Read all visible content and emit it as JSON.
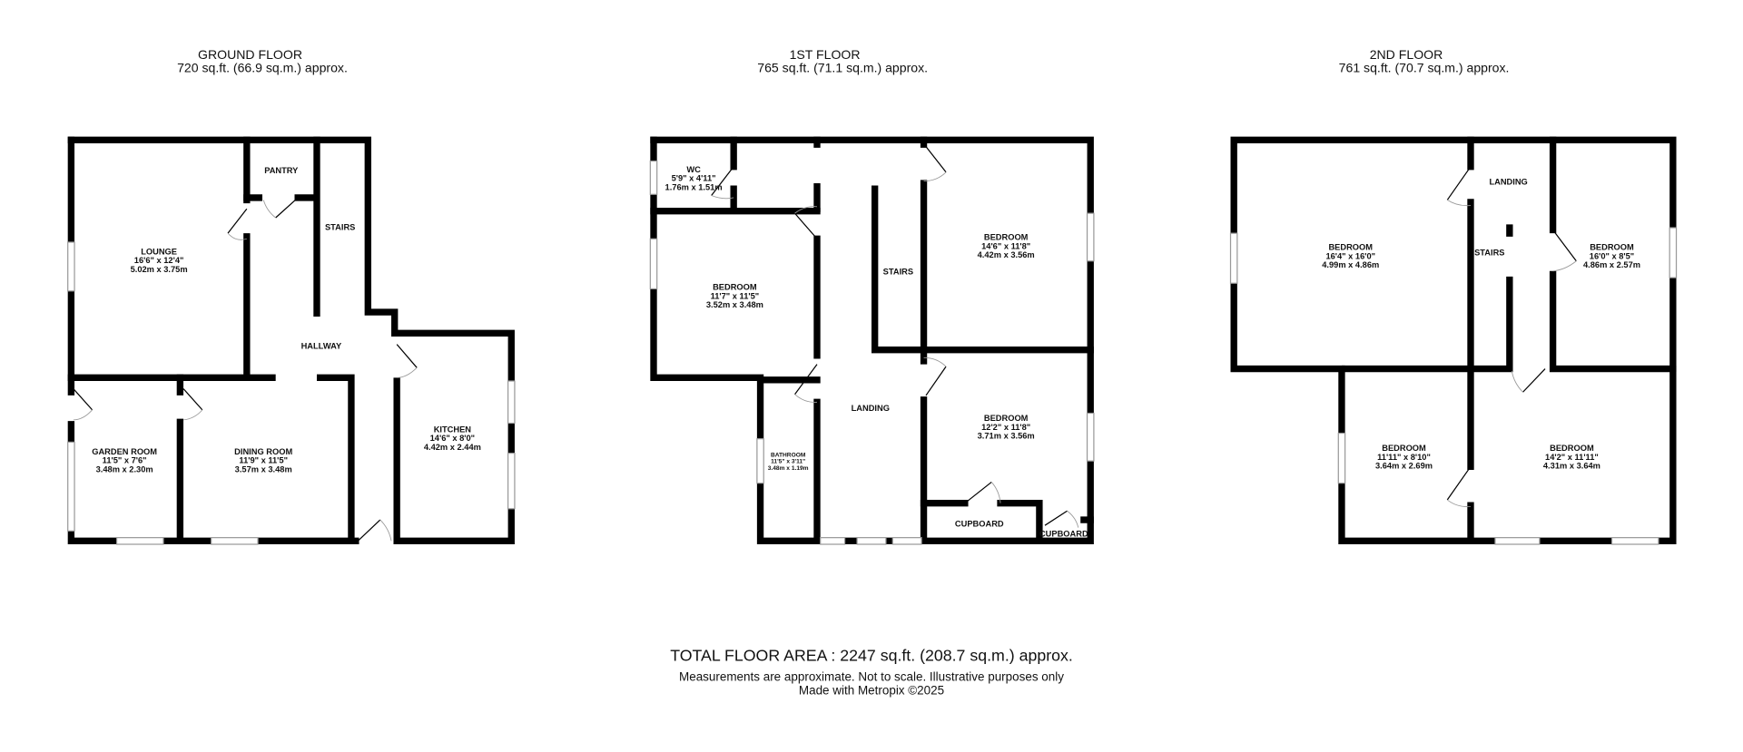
{
  "floors": [
    {
      "title": "GROUND FLOOR",
      "area": "720 sq.ft. (66.9 sq.m.) approx.",
      "rooms": [
        {
          "name": "LOUNGE",
          "imperial": "16'6\"  x 12'4\"",
          "metric": "5.02m  x 3.75m"
        },
        {
          "name": "PANTRY"
        },
        {
          "name": "STAIRS"
        },
        {
          "name": "HALLWAY"
        },
        {
          "name": "GARDEN ROOM",
          "imperial": "11'5\"  x 7'6\"",
          "metric": "3.48m  x 2.30m"
        },
        {
          "name": "DINING ROOM",
          "imperial": "11'9\"  x 11'5\"",
          "metric": "3.57m  x 3.48m"
        },
        {
          "name": "KITCHEN",
          "imperial": "14'6\"  x 8'0\"",
          "metric": "4.42m  x 2.44m"
        }
      ]
    },
    {
      "title": "1ST FLOOR",
      "area": "765 sq.ft. (71.1 sq.m.) approx.",
      "rooms": [
        {
          "name": "WC",
          "imperial": "5'9\"  x 4'11\"",
          "metric": "1.76m  x 1.51m"
        },
        {
          "name": "BEDROOM",
          "imperial": "11'7\"  x 11'5\"",
          "metric": "3.52m  x 3.48m"
        },
        {
          "name": "STAIRS"
        },
        {
          "name": "BEDROOM",
          "imperial": "14'6\"  x 11'8\"",
          "metric": "4.42m  x 3.56m"
        },
        {
          "name": "LANDING"
        },
        {
          "name": "BATHROOM",
          "imperial": "11'5\"  x 3'11\"",
          "metric": "3.48m  x 1.19m"
        },
        {
          "name": "BEDROOM",
          "imperial": "12'2\"  x 11'8\"",
          "metric": "3.71m  x 3.56m"
        },
        {
          "name": "CUPBOARD"
        },
        {
          "name": "CUPBOARD"
        }
      ]
    },
    {
      "title": "2ND FLOOR",
      "area": "761 sq.ft. (70.7 sq.m.) approx.",
      "rooms": [
        {
          "name": "BEDROOM",
          "imperial": "16'4\"  x 16'0\"",
          "metric": "4.99m  x 4.86m"
        },
        {
          "name": "LANDING"
        },
        {
          "name": "STAIRS"
        },
        {
          "name": "BEDROOM",
          "imperial": "16'0\"  x 8'5\"",
          "metric": "4.86m  x 2.57m"
        },
        {
          "name": "BEDROOM",
          "imperial": "11'11\"  x 8'10\"",
          "metric": "3.64m  x 2.69m"
        },
        {
          "name": "BEDROOM",
          "imperial": "14'2\"  x 11'11\"",
          "metric": "4.31m  x 3.64m"
        }
      ]
    }
  ],
  "footer": {
    "total": "TOTAL FLOOR AREA : 2247 sq.ft. (208.7 sq.m.) approx.",
    "disclaimer": "Measurements are approximate.  Not to scale.  Illustrative purposes only",
    "credit": "Made with Metropix ©2025"
  }
}
